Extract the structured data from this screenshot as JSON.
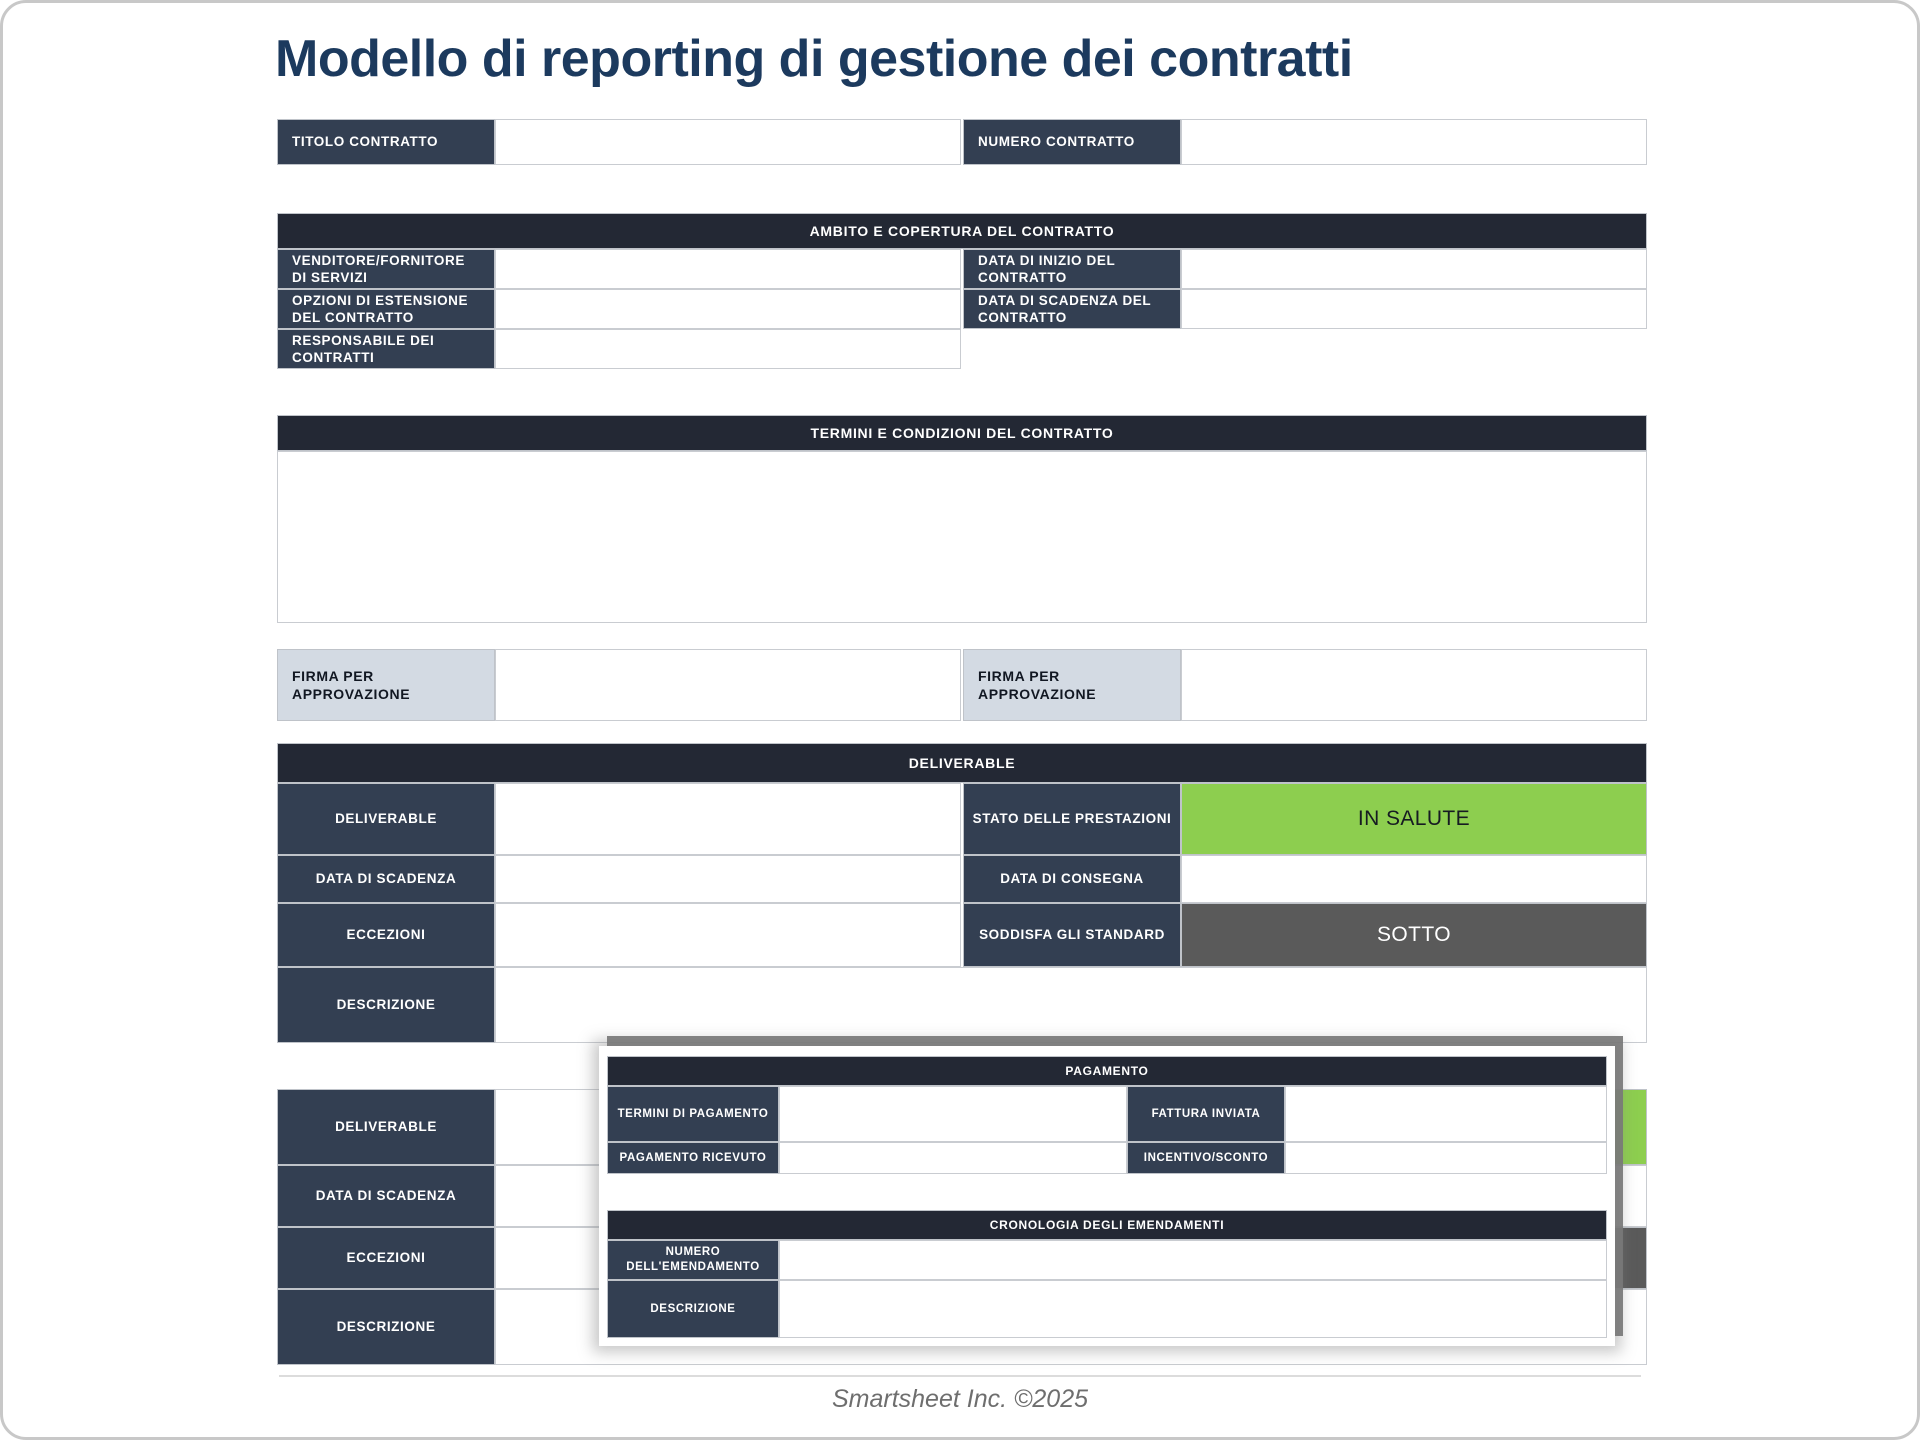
{
  "document": {
    "title": "Modello di reporting di gestione dei contratti",
    "footer": "Smartsheet Inc. ©2025"
  },
  "colors": {
    "band_dark": "#232834",
    "label_dark": "#333f52",
    "label_light": "#d3dae3",
    "status_green": "#8dce4f",
    "status_gray": "#5a5a5a",
    "title_navy": "#1c3a5e",
    "page_border": "#c8c8c8"
  },
  "top_row": {
    "title_label": "TITOLO CONTRATTO",
    "title_value": "",
    "number_label": "NUMERO CONTRATTO",
    "number_value": ""
  },
  "scope_section": {
    "header": "AMBITO E COPERTURA DEL CONTRATTO",
    "rows": [
      {
        "left_label": "VENDITORE/FORNITORE DI SERVIZI",
        "left_value": "",
        "right_label": "DATA DI INIZIO DEL CONTRATTO",
        "right_value": ""
      },
      {
        "left_label": "OPZIONI DI ESTENSIONE DEL CONTRATTO",
        "left_value": "",
        "right_label": "DATA DI SCADENZA DEL CONTRATTO",
        "right_value": ""
      },
      {
        "left_label": "RESPONSABILE DEI CONTRATTI",
        "left_value": "",
        "right_label": "",
        "right_value": ""
      }
    ]
  },
  "terms_section": {
    "header": "TERMINI E CONDIZIONI DEL CONTRATTO",
    "body": ""
  },
  "signature_section": {
    "left_label": "FIRMA PER APPROVAZIONE",
    "left_value": "",
    "right_label": "FIRMA PER APPROVAZIONE",
    "right_value": ""
  },
  "deliverable_section": {
    "header": "DELIVERABLE",
    "block_one": {
      "rows": [
        {
          "left_label": "DELIVERABLE",
          "left_value": "",
          "right_label": "STATO DELLE PRESTAZIONI",
          "right_value": "IN SALUTE",
          "right_state": "green"
        },
        {
          "left_label": "DATA DI SCADENZA",
          "left_value": "",
          "right_label": "DATA DI CONSEGNA",
          "right_value": "",
          "right_state": "plain"
        },
        {
          "left_label": "ECCEZIONI",
          "left_value": "",
          "right_label": "SODDISFA GLI STANDARD",
          "right_value": "SOTTO",
          "right_state": "gray"
        },
        {
          "left_label": "DESCRIZIONE",
          "left_value": "",
          "right_label": "",
          "right_value": "",
          "right_state": "plain"
        }
      ]
    },
    "block_two": {
      "rows": [
        {
          "left_label": "DELIVERABLE",
          "left_value": "",
          "right_state": "green"
        },
        {
          "left_label": "DATA DI SCADENZA",
          "left_value": "",
          "right_state": "plain"
        },
        {
          "left_label": "ECCEZIONI",
          "left_value": "",
          "right_state": "gray"
        },
        {
          "left_label": "DESCRIZIONE",
          "left_value": "",
          "right_state": "plain"
        }
      ]
    }
  },
  "overlay": {
    "payment": {
      "header": "PAGAMENTO",
      "rows": [
        {
          "left_label": "TERMINI DI PAGAMENTO",
          "left_value": "",
          "right_label": "FATTURA INVIATA",
          "right_value": ""
        },
        {
          "left_label": "PAGAMENTO RICEVUTO",
          "left_value": "",
          "right_label": "INCENTIVO/SCONTO",
          "right_value": ""
        }
      ]
    },
    "amendments": {
      "header": "CRONOLOGIA DEGLI EMENDAMENTI",
      "rows": [
        {
          "label": "NUMERO DELL'EMENDAMENTO",
          "value": ""
        },
        {
          "label": "DESCRIZIONE",
          "value": ""
        }
      ]
    }
  }
}
